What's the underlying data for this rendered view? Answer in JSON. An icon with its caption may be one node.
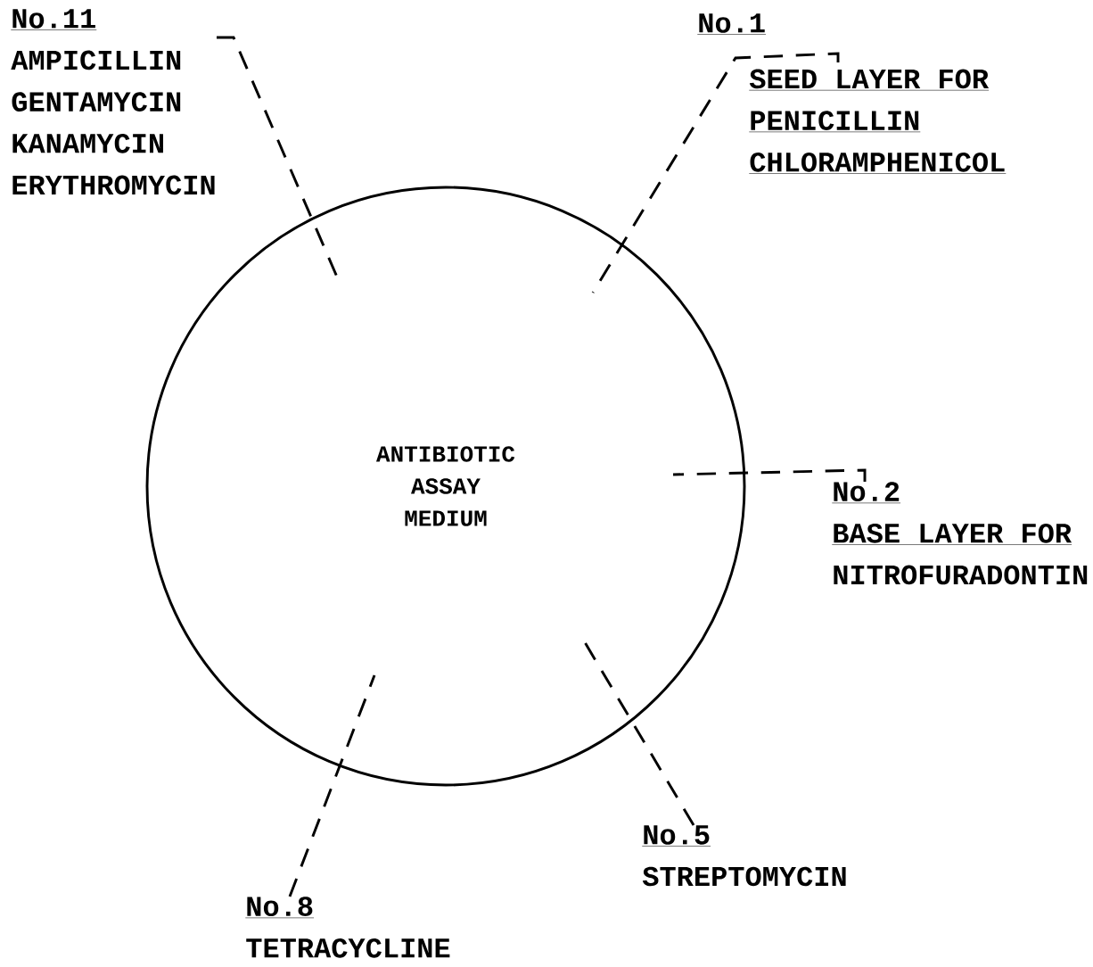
{
  "diagram": {
    "nodes": [
      {
        "text": [
          "ANTIBIOTIC ASSAY MEDIUM"
        ]
      },
      {
        "text": [
          "No.11",
          "AMPICILLIN",
          "GENTAMYCIN",
          "KANAMYCIN",
          "ERYTHROMYCIN"
        ]
      },
      {
        "text": [
          "No.1",
          "SEED LAYER FOR",
          "PENICILLIN",
          "CHLORAMPHENICOL"
        ]
      },
      {
        "text": [
          "No.2",
          "BASE LAYER FOR",
          "NITROFURADONTIN"
        ]
      },
      {
        "text": [
          "No.5",
          "STREPTOMYCIN"
        ]
      },
      {
        "text": [
          "No.8",
          "TETRACYCLINE"
        ]
      }
    ],
    "edges": [
      {
        "from": 1,
        "to": 0,
        "arrow": "none",
        "style": "dashed"
      },
      {
        "from": 2,
        "to": 0,
        "arrow": "none",
        "style": "dashed"
      },
      {
        "from": 3,
        "to": 0,
        "arrow": "none",
        "style": "dashed"
      },
      {
        "from": 4,
        "to": 0,
        "arrow": "none",
        "style": "dashed"
      },
      {
        "from": 5,
        "to": 0,
        "arrow": "none",
        "style": "dashed"
      }
    ]
  }
}
